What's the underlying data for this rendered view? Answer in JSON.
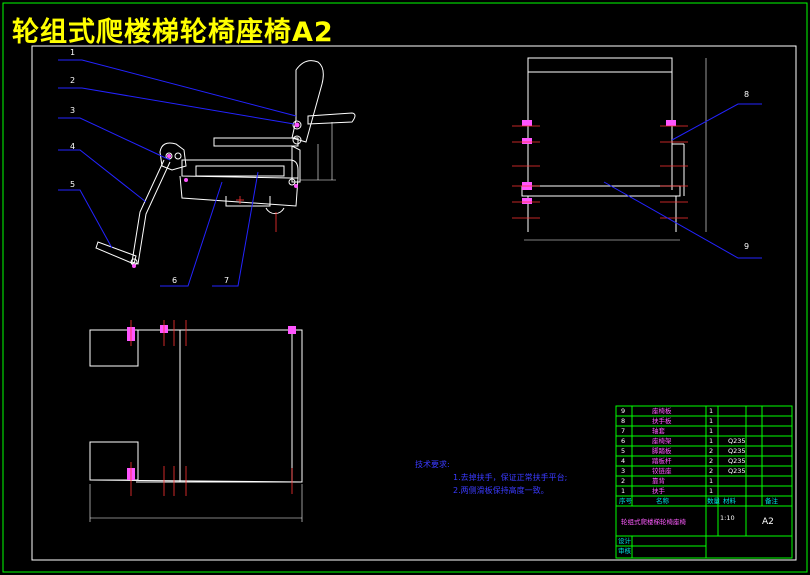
{
  "title": "轮组式爬楼梯轮椅座椅A2",
  "colors": {
    "background": "#000000",
    "outline": "#ffffff",
    "title": "#ffff00",
    "leader": "#2323ff",
    "frame": "#00ff00",
    "accent": "#ff55ff",
    "center": "#ff3333"
  },
  "callouts": [
    "1",
    "2",
    "3",
    "4",
    "5",
    "6",
    "7",
    "8",
    "9"
  ],
  "notes": {
    "heading": "技术要求:",
    "lines": [
      "1.去掉扶手，保证正常扶手平台;",
      "2.两侧滑板保持高度一致。"
    ]
  },
  "title_block": {
    "rows": [
      {
        "no": "9",
        "name": "座椅板",
        "qty": "1",
        "mat": ""
      },
      {
        "no": "8",
        "name": "扶手板",
        "qty": "1",
        "mat": ""
      },
      {
        "no": "7",
        "name": "轴套",
        "qty": "1",
        "mat": ""
      },
      {
        "no": "6",
        "name": "座椅架",
        "qty": "1",
        "mat": "Q235"
      },
      {
        "no": "5",
        "name": "脚踏板",
        "qty": "2",
        "mat": "Q235"
      },
      {
        "no": "4",
        "name": "踏板杆",
        "qty": "2",
        "mat": "Q235"
      },
      {
        "no": "3",
        "name": "铰链座",
        "qty": "2",
        "mat": "Q235"
      },
      {
        "no": "2",
        "name": "靠背",
        "qty": "1",
        "mat": ""
      },
      {
        "no": "1",
        "name": "扶手",
        "qty": "1",
        "mat": ""
      }
    ],
    "header": {
      "no": "序号",
      "name": "名称",
      "qty": "数量",
      "mat": "材料",
      "note": "备注"
    },
    "drawing_name": "轮组式爬楼梯轮椅座椅",
    "scale": "1:10",
    "sheet_size": "A2",
    "designer": "设计",
    "checker": "审核"
  }
}
